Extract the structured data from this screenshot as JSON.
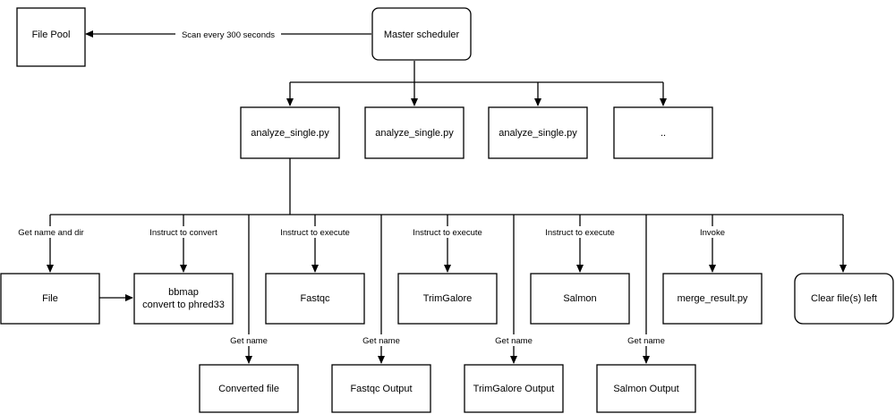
{
  "nodes": {
    "file_pool": "File Pool",
    "master_scheduler": "Master scheduler",
    "analyze_1": "analyze_single.py",
    "analyze_2": "analyze_single.py",
    "analyze_3": "analyze_single.py",
    "analyze_more": "..",
    "file": "File",
    "bbmap_line1": "bbmap",
    "bbmap_line2": "convert to phred33",
    "fastqc": "Fastqc",
    "trimgalore": "TrimGalore",
    "salmon": "Salmon",
    "merge_result": "merge_result.py",
    "clear_files": "Clear file(s) left",
    "converted_file": "Converted file",
    "fastqc_output": "Fastqc Output",
    "trimgalore_output": "TrimGalore Output",
    "salmon_output": "Salmon Output"
  },
  "edges": {
    "scan": "Scan every 300 seconds",
    "get_name_dir": "Get name and dir",
    "instruct_convert": "Instruct to convert",
    "instruct_exec_fastqc": "Instruct to execute",
    "instruct_exec_trim": "Instruct to execute",
    "instruct_exec_salmon": "Instruct to execute",
    "invoke": "Invoke",
    "get_name_converted": "Get name",
    "get_name_fastqc": "Get name",
    "get_name_trim": "Get name",
    "get_name_salmon": "Get name"
  }
}
